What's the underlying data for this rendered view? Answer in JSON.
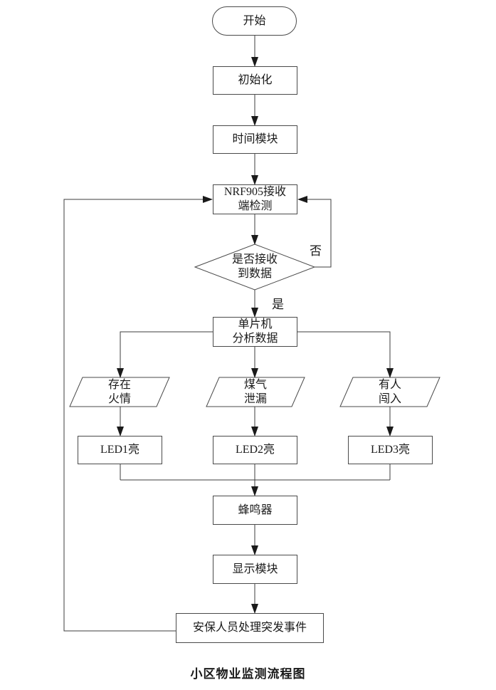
{
  "flowchart": {
    "title": "小区物业监测流程图",
    "nodes": {
      "start": "开始",
      "init": "初始化",
      "time_module": "时间模块",
      "nrf905": "NRF905接收\n端检测",
      "decision": "是否接收\n到数据",
      "mcu": "单片机\n分析数据",
      "fire": "存在\n火情",
      "gas": "煤气\n泄漏",
      "intruder": "有人\n闯入",
      "led1": "LED1亮",
      "led2": "LED2亮",
      "led3": "LED3亮",
      "buzzer": "蜂鸣器",
      "display": "显示模块",
      "security": "安保人员处理突发事件"
    },
    "edge_labels": {
      "yes": "是",
      "no": "否"
    },
    "colors": {
      "line": "#3d3d3d",
      "border": "#4a4a4a",
      "text": "#1a1a1a",
      "background": "#ffffff"
    }
  }
}
